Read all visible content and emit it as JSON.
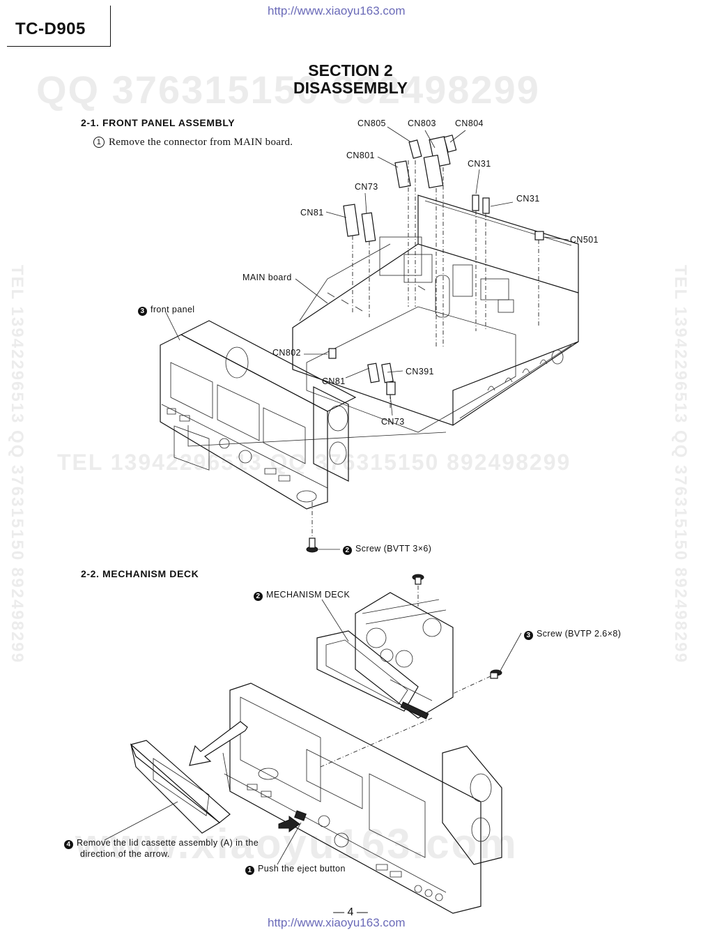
{
  "header": {
    "url_top": "http://www.xiaoyu163.com",
    "model": "TC-D905",
    "section": "SECTION 2",
    "section_title": "DISASSEMBLY"
  },
  "watermarks": {
    "main": "QQ 376315150  892498299",
    "mid": "TEL 13942296513   QQ 376315150  892498299",
    "side": "TEL 13942296513  QQ 376315150  892498299",
    "bottom": "www.xiaoyu163.com"
  },
  "section1": {
    "heading": "2-1.  FRONT PANEL ASSEMBLY",
    "step_num": "1",
    "step_text": "Remove the connector from MAIN board.",
    "labels": {
      "cn805": "CN805",
      "cn803": "CN803",
      "cn804": "CN804",
      "cn801": "CN801",
      "cn31a": "CN31",
      "cn73a": "CN73",
      "cn31b": "CN31",
      "cn81a": "CN81",
      "cn501": "CN501",
      "main_board": "MAIN board",
      "front_panel_num": "3",
      "front_panel": "front panel",
      "cn802": "CN802",
      "cn391": "CN391",
      "cn81b": "CN81",
      "cn73b": "CN73",
      "screw_num": "2",
      "screw": "Screw (BVTT 3×6)"
    }
  },
  "section2": {
    "heading": "2-2.  MECHANISM DECK",
    "labels": {
      "mech_num": "2",
      "mech": "MECHANISM DECK",
      "screw_num": "3",
      "screw": "Screw (BVTP 2.6×8)",
      "lid_num": "4",
      "lid_line1": "Remove the lid cassette assembly (A) in the",
      "lid_line2": "direction of the arrow.",
      "eject_num": "1",
      "eject": "Push the eject button"
    }
  },
  "footer": {
    "page": "— 4 —",
    "url_bottom": "http://www.xiaoyu163.com"
  }
}
